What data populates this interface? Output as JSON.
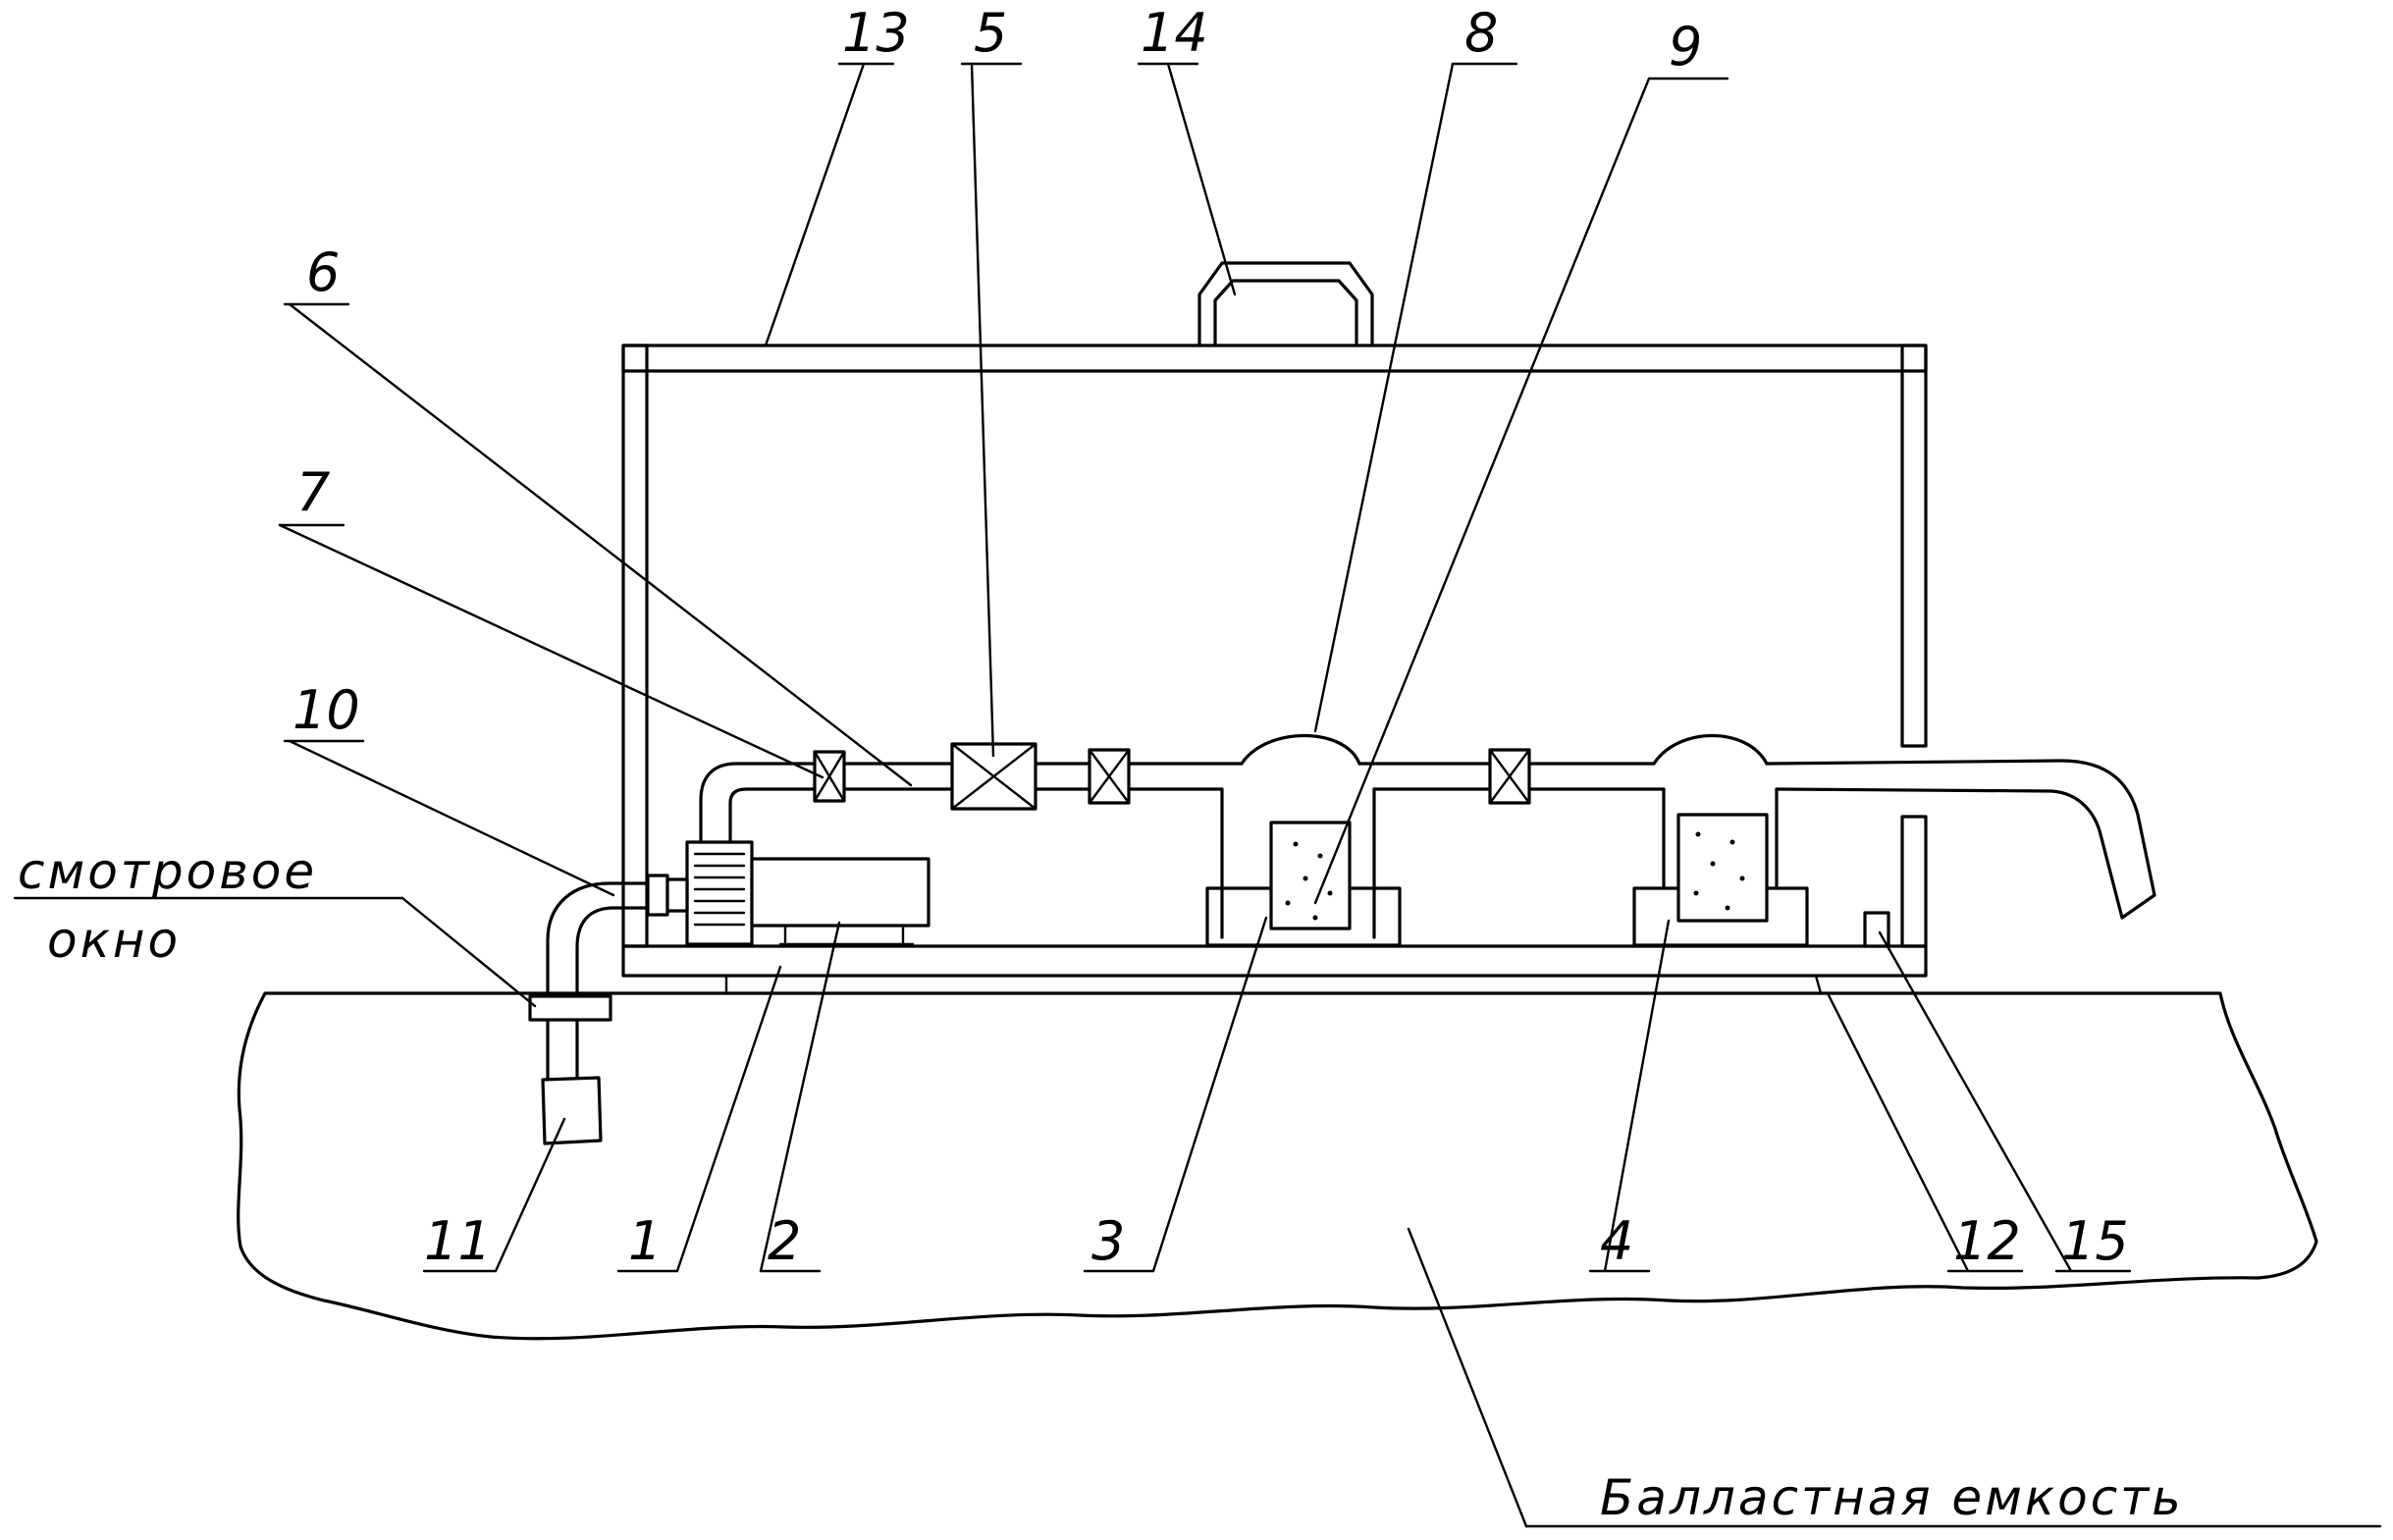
{
  "diagram": {
    "labels": {
      "l1": "1",
      "l2": "2",
      "l3": "3",
      "l4": "4",
      "l5": "5",
      "l6": "6",
      "l7": "7",
      "l8": "8",
      "l9": "9",
      "l10": "10",
      "l11": "11",
      "l12": "12",
      "l13": "13",
      "l14": "14",
      "l15": "15"
    },
    "window_label_line1": "смотровое",
    "window_label_line2": "окно",
    "tank_label": "Балластная емкость"
  }
}
